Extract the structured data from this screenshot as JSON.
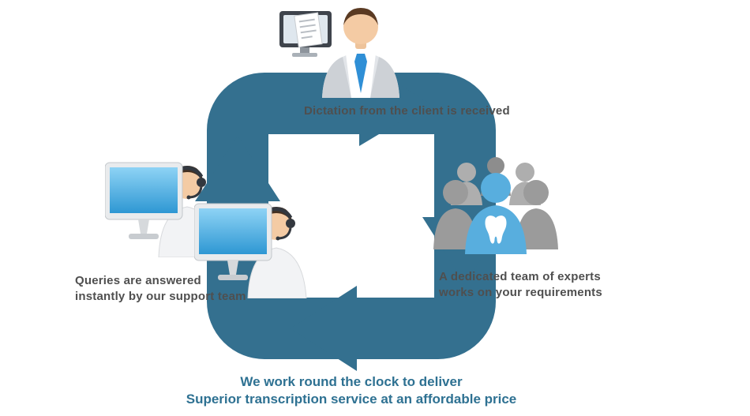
{
  "diagram": {
    "name": "service-workflow-cycle",
    "colors": {
      "cycle_arrow": "#34708f",
      "footer_text": "#2e7192",
      "caption_text": "#4f4f4f",
      "team_center_blue": "#58aede",
      "team_gray": "#9b9b9b",
      "monitor_screen_blue": "#2e97d3",
      "tie_blue": "#2f8fd6"
    },
    "top": {
      "icon": "businessman-with-computer-icon",
      "caption": "Dictation from the client is received"
    },
    "left": {
      "icon": "support-agents-icon",
      "caption_line1": "Queries are answered",
      "caption_line2": "instantly by our support team"
    },
    "right": {
      "icon": "team-group-icon",
      "caption_line1": "A dedicated team of experts",
      "caption_line2": "works on your requirements"
    },
    "footer": {
      "line1": "We work round the clock to deliver",
      "line2": "Superior transcription service at an affordable price"
    }
  }
}
